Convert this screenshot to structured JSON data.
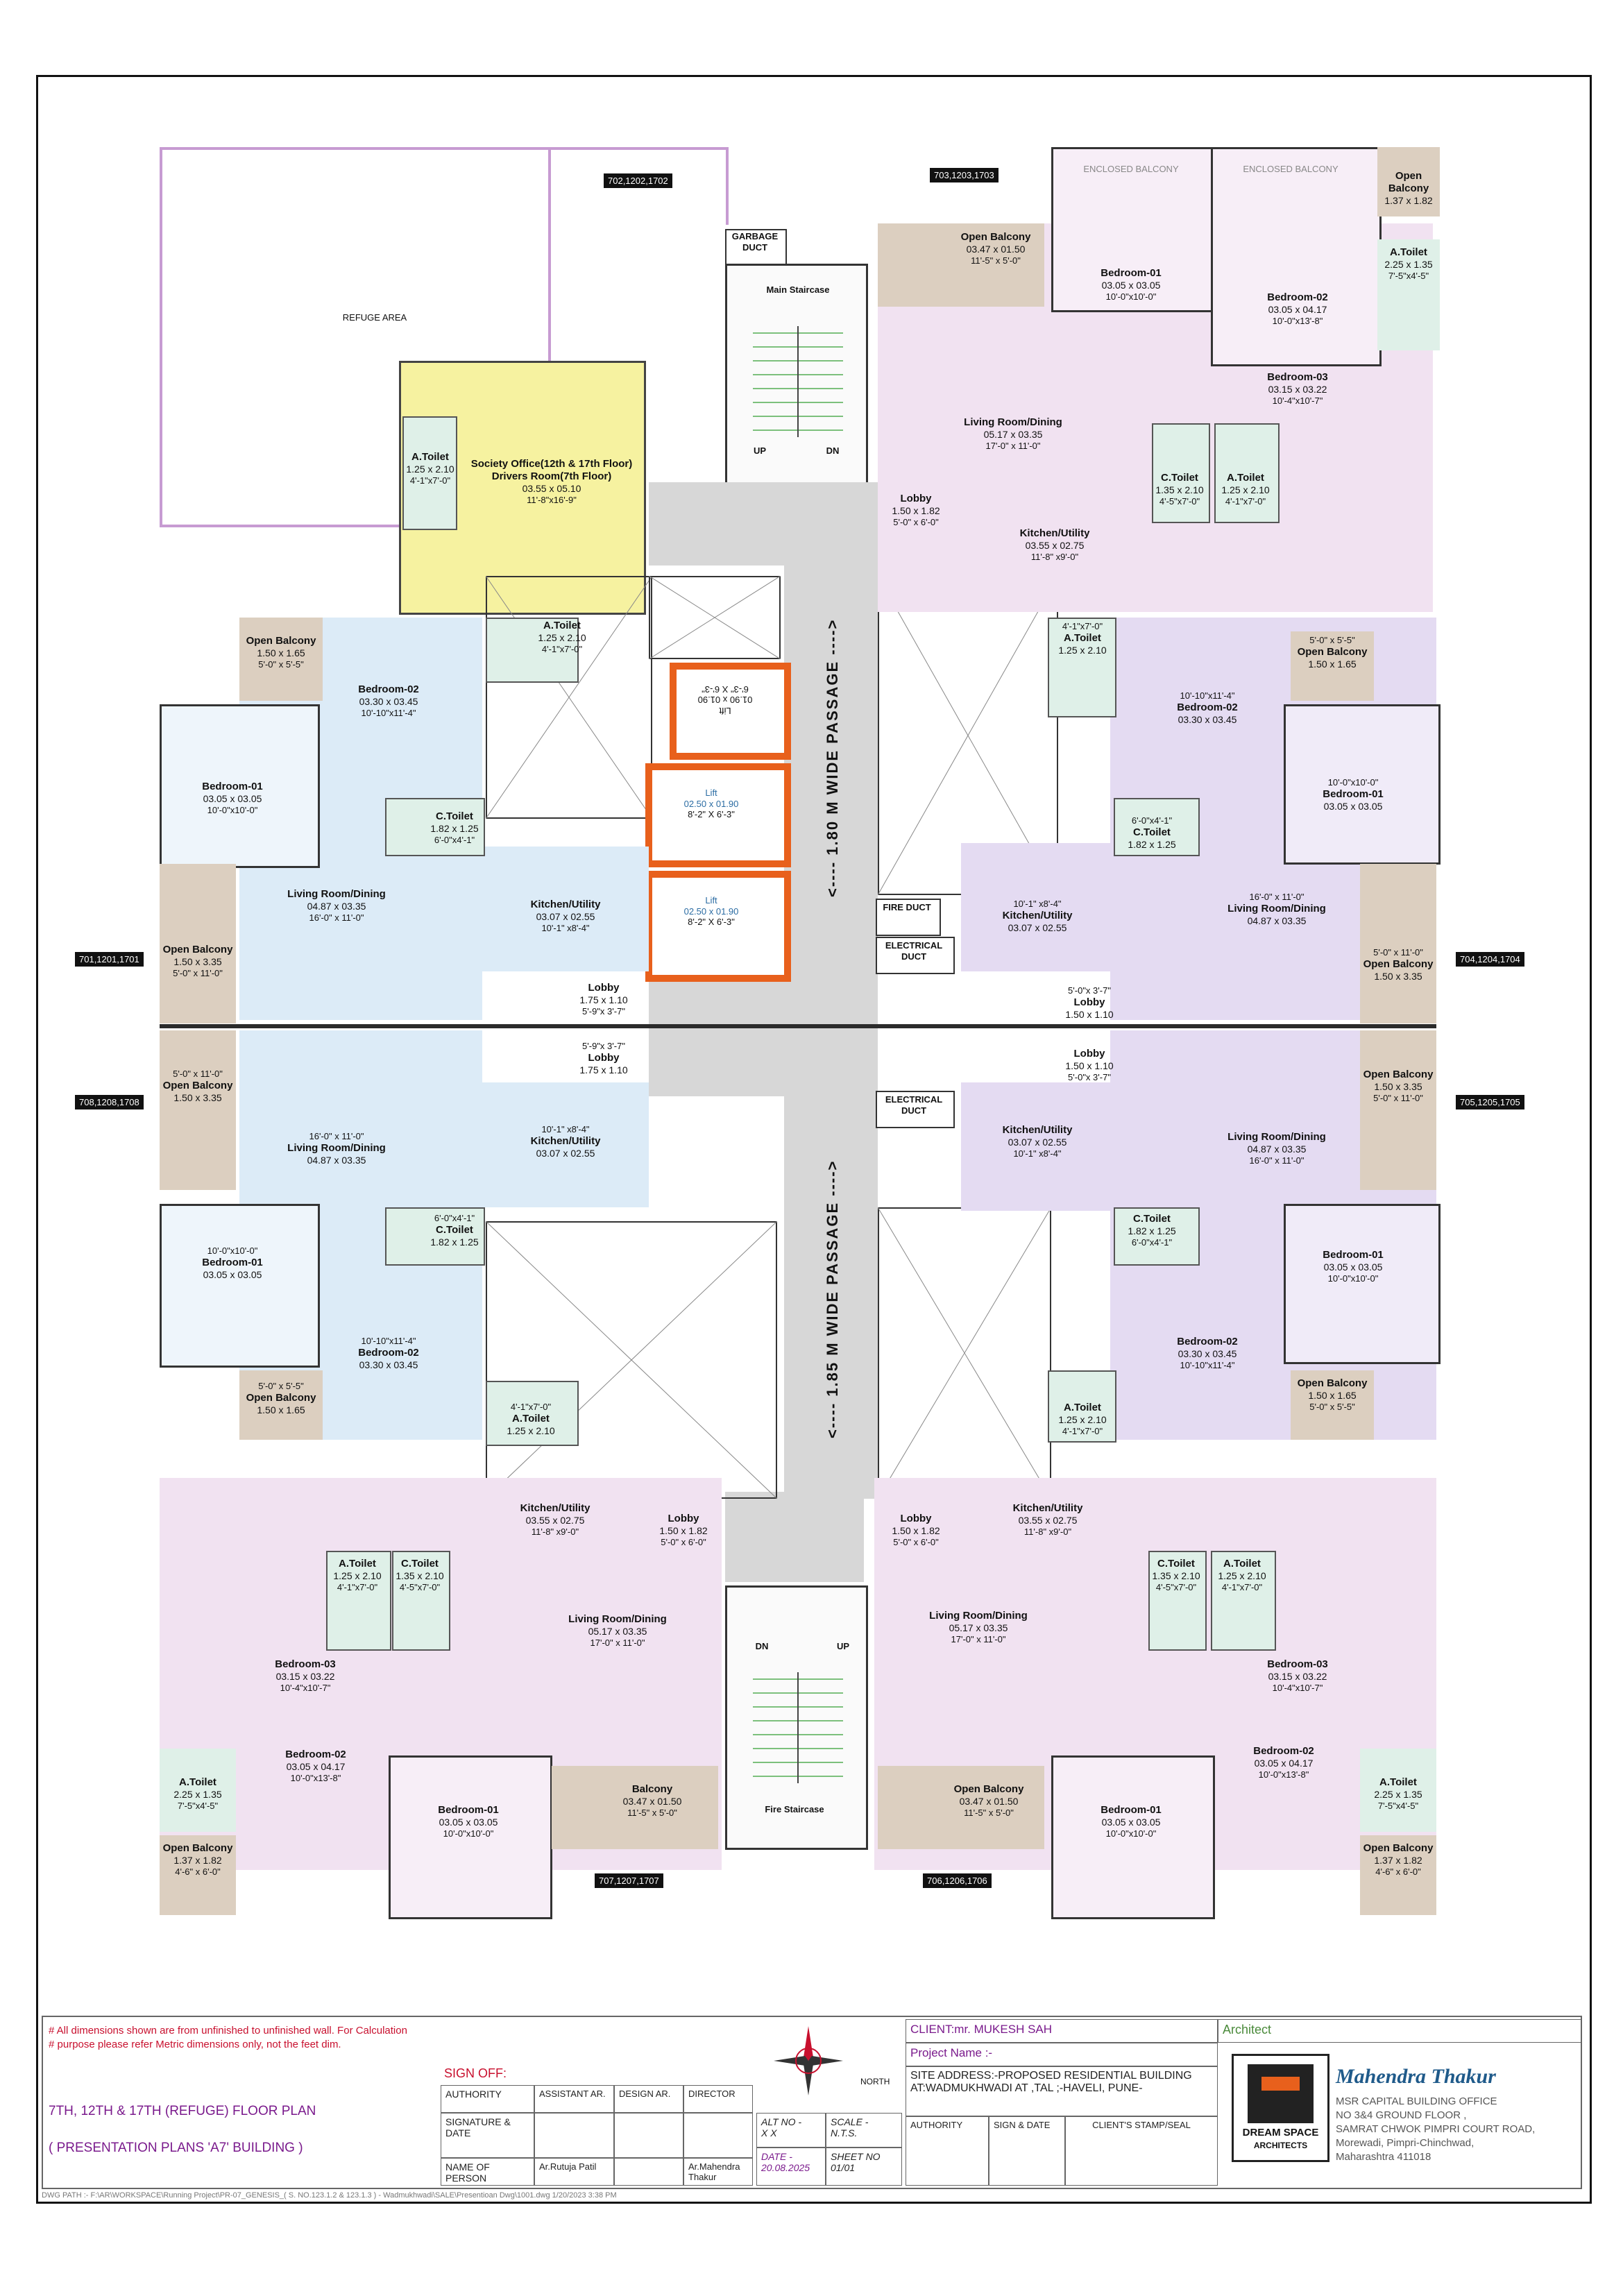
{
  "tags": {
    "t702": "702,1202,1702",
    "t703": "703,1203,1703",
    "t701": "701,1201,1701",
    "t704": "704,1204,1704",
    "t708": "708,1208,1708",
    "t705": "705,1205,1705",
    "t707": "707,1207,1707",
    "t706": "706,1206,1706"
  },
  "rooms": {
    "refuge": "REFUGE AREA",
    "garbage": "GARBAGE DUCT",
    "main_stair": "Main Staircase",
    "up": "UP",
    "dn": "DN",
    "society": {
      "t": "Society Office(12th & 17th Floor) Drivers Room(7th Floor)",
      "d": "03.55 x 05.10",
      "f": "11'-8\"x16'-9\""
    },
    "atoilet_refuge": {
      "t": "A.Toilet",
      "d": "1.25 x 2.10",
      "f": "4'-1\"x7'-0\""
    },
    "enc_balc1": "ENCLOSED BALCONY",
    "enc_balc2": "ENCLOSED BALCONY",
    "tr_open_balc": {
      "t": "Open Balcony",
      "d": "03.47 x 01.50",
      "f": "11'-5\" x 5'-0\""
    },
    "tr_bed1": {
      "t": "Bedroom-01",
      "d": "03.05 x 03.05",
      "f": "10'-0\"x10'-0\""
    },
    "tr_bed2": {
      "t": "Bedroom-02",
      "d": "03.05 x 04.17",
      "f": "10'-0\"x13'-8\""
    },
    "tr_open_b2": {
      "t": "Open Balcony",
      "d": "1.37 x 1.82",
      "f": ""
    },
    "tr_atoilet": {
      "t": "A.Toilet",
      "d": "2.25 x 1.35",
      "f": "7'-5\"x4'-5\""
    },
    "tr_bed3": {
      "t": "Bedroom-03",
      "d": "03.15 x 03.22",
      "f": "10'-4\"x10'-7\""
    },
    "tr_living": {
      "t": "Living Room/Dining",
      "d": "05.17 x 03.35",
      "f": "17'-0\" x 11'-0\""
    },
    "tr_ctoilet": {
      "t": "C.Toilet",
      "d": "1.35 x 2.10",
      "f": "4'-5\"x7'-0\""
    },
    "tr_atoilet2": {
      "t": "A.Toilet",
      "d": "1.25 x 2.10",
      "f": "4'-1\"x7'-0\""
    },
    "tr_kitchen": {
      "t": "Kitchen/Utility",
      "d": "03.55 x 02.75",
      "f": "11'-8\" x9'-0\""
    },
    "tr_lobby": {
      "t": "Lobby",
      "d": "1.50 x 1.82",
      "f": "5'-0\" x 6'-0\""
    },
    "l1_open_balc": {
      "t": "Open Balcony",
      "d": "1.50 x 1.65",
      "f": "5'-0\" x 5'-5\""
    },
    "l1_bed2": {
      "t": "Bedroom-02",
      "d": "03.30 x 03.45",
      "f": "10'-10\"x11'-4\""
    },
    "l1_atoilet": {
      "t": "A.Toilet",
      "d": "1.25 x 2.10",
      "f": "4'-1\"x7'-0\""
    },
    "l1_bed1": {
      "t": "Bedroom-01",
      "d": "03.05 x 03.05",
      "f": "10'-0\"x10'-0\""
    },
    "l1_ctoilet": {
      "t": "C.Toilet",
      "d": "1.82 x 1.25",
      "f": "6'-0\"x4'-1\""
    },
    "l1_living": {
      "t": "Living Room/Dining",
      "d": "04.87 x 03.35",
      "f": "16'-0\" x 11'-0\""
    },
    "l1_kitchen": {
      "t": "Kitchen/Utility",
      "d": "03.07 x 02.55",
      "f": "10'-1\" x8'-4\""
    },
    "l1_open_balc2": {
      "t": "Open Balcony",
      "d": "1.50 x 3.35",
      "f": "5'-0\" x 11'-0\""
    },
    "l1_lobby": {
      "t": "Lobby",
      "d": "1.75 x 1.10",
      "f": "5'-9\"x 3'-7\""
    },
    "lift1": {
      "t": "Lift",
      "d": "01.90 x 01.90",
      "f": "6'-3\" X 6'-3\""
    },
    "lift2": {
      "t": "Lift",
      "d": "02.50 x 01.90",
      "f": "8'-2\" X 6'-3\""
    },
    "lift3": {
      "t": "Lift",
      "d": "02.50 x 01.90",
      "f": "8'-2\" X 6'-3\""
    },
    "passage1": "<---- 1.80 M  WIDE PASSAGE ---->",
    "passage2": "<---- 1.85 M  WIDE PASSAGE ---->",
    "fire_duct": "FIRE DUCT",
    "elec_duct1": "ELECTRICAL DUCT",
    "elec_duct2": "ELECTRICAL DUCT",
    "r1_atoilet": {
      "t": "A.Toilet",
      "d": "1.25 x 2.10",
      "f": "4'-1\"x7'-0\""
    },
    "r1_open_balc": {
      "t": "Open Balcony",
      "d": "1.50 x 1.65",
      "f": "5'-0\" x 5'-5\""
    },
    "r1_bed2": {
      "t": "Bedroom-02",
      "d": "03.30 x 03.45",
      "f": "10'-10\"x11'-4\""
    },
    "r1_bed1": {
      "t": "Bedroom-01",
      "d": "03.05 x 03.05",
      "f": "10'-0\"x10'-0\""
    },
    "r1_ctoilet": {
      "t": "C.Toilet",
      "d": "1.82 x 1.25",
      "f": "6'-0\"x4'-1\""
    },
    "r1_kitchen": {
      "t": "Kitchen/Utility",
      "d": "03.07 x 02.55",
      "f": "10'-1\" x8'-4\""
    },
    "r1_living": {
      "t": "Living Room/Dining",
      "d": "04.87 x 03.35",
      "f": "16'-0\" x 11'-0\""
    },
    "r1_open_balc2": {
      "t": "Open Balcony",
      "d": "1.50 x 3.35",
      "f": "5'-0\" x 11'-0\""
    },
    "r1_lobby": {
      "t": "Lobby",
      "d": "1.50 x 1.10",
      "f": "5'-0\"x 3'-7\""
    },
    "l2_open_balc": {
      "t": "Open Balcony",
      "d": "1.50 x 3.35",
      "f": "5'-0\" x 11'-0\""
    },
    "l2_lobby": {
      "t": "Lobby",
      "d": "1.75 x 1.10",
      "f": "5'-9\"x 3'-7\""
    },
    "l2_living": {
      "t": "Living Room/Dining",
      "d": "04.87 x 03.35",
      "f": "16'-0\" x 11'-0\""
    },
    "l2_kitchen": {
      "t": "Kitchen/Utility",
      "d": "03.07 x 02.55",
      "f": "10'-1\" x8'-4\""
    },
    "l2_ctoilet": {
      "t": "C.Toilet",
      "d": "1.82 x 1.25",
      "f": "6'-0\"x4'-1\""
    },
    "l2_bed1": {
      "t": "Bedroom-01",
      "d": "03.05 x 03.05",
      "f": "10'-0\"x10'-0\""
    },
    "l2_bed2": {
      "t": "Bedroom-02",
      "d": "03.30 x 03.45",
      "f": "10'-10\"x11'-4\""
    },
    "l2_open_balc2": {
      "t": "Open Balcony",
      "d": "1.50 x 1.65",
      "f": "5'-0\" x 5'-5\""
    },
    "l2_atoilet": {
      "t": "A.Toilet",
      "d": "1.25 x 2.10",
      "f": "4'-1\"x7'-0\""
    },
    "r2_lobby": {
      "t": "Lobby",
      "d": "1.50 x 1.10",
      "f": "5'-0\"x 3'-7\""
    },
    "r2_open_balc": {
      "t": "Open Balcony",
      "d": "1.50 x 3.35",
      "f": "5'-0\" x 11'-0\""
    },
    "r2_kitchen": {
      "t": "Kitchen/Utility",
      "d": "03.07 x 02.55",
      "f": "10'-1\" x8'-4\""
    },
    "r2_living": {
      "t": "Living Room/Dining",
      "d": "04.87 x 03.35",
      "f": "16'-0\" x 11'-0\""
    },
    "r2_ctoilet": {
      "t": "C.Toilet",
      "d": "1.82 x 1.25",
      "f": "6'-0\"x4'-1\""
    },
    "r2_bed1": {
      "t": "Bedroom-01",
      "d": "03.05 x 03.05",
      "f": "10'-0\"x10'-0\""
    },
    "r2_bed2": {
      "t": "Bedroom-02",
      "d": "03.30 x 03.45",
      "f": "10'-10\"x11'-4\""
    },
    "r2_open_balc2": {
      "t": "Open Balcony",
      "d": "1.50 x 1.65",
      "f": "5'-0\" x 5'-5\""
    },
    "r2_atoilet": {
      "t": "A.Toilet",
      "d": "1.25 x 2.10",
      "f": "4'-1\"x7'-0\""
    },
    "bl_kitchen": {
      "t": "Kitchen/Utility",
      "d": "03.55 x 02.75",
      "f": "11'-8\" x9'-0\""
    },
    "bl_lobby": {
      "t": "Lobby",
      "d": "1.50 x 1.82",
      "f": "5'-0\" x 6'-0\""
    },
    "bl_atoilet": {
      "t": "A.Toilet",
      "d": "1.25 x 2.10",
      "f": "4'-1\"x7'-0\""
    },
    "bl_ctoilet": {
      "t": "C.Toilet",
      "d": "1.35 x 2.10",
      "f": "4'-5\"x7'-0\""
    },
    "bl_living": {
      "t": "Living Room/Dining",
      "d": "05.17 x 03.35",
      "f": "17'-0\" x 11'-0\""
    },
    "bl_bed3": {
      "t": "Bedroom-03",
      "d": "03.15 x 03.22",
      "f": "10'-4\"x10'-7\""
    },
    "bl_bed2": {
      "t": "Bedroom-02",
      "d": "03.05 x 04.17",
      "f": "10'-0\"x13'-8\""
    },
    "bl_atoilet2": {
      "t": "A.Toilet",
      "d": "2.25 x 1.35",
      "f": "7'-5\"x4'-5\""
    },
    "bl_bed1": {
      "t": "Bedroom-01",
      "d": "03.05 x 03.05",
      "f": "10'-0\"x10'-0\""
    },
    "bl_balc": {
      "t": "Balcony",
      "d": "03.47 x 01.50",
      "f": "11'-5\" x 5'-0\""
    },
    "bl_open_balc": {
      "t": "Open Balcony",
      "d": "1.37 x 1.82",
      "f": "4'-6\" x 6'-0\""
    },
    "fire_stair": "Fire Staircase",
    "br_lobby": {
      "t": "Lobby",
      "d": "1.50 x 1.82",
      "f": "5'-0\" x 6'-0\""
    },
    "br_kitchen": {
      "t": "Kitchen/Utility",
      "d": "03.55 x 02.75",
      "f": "11'-8\" x9'-0\""
    },
    "br_ctoilet": {
      "t": "C.Toilet",
      "d": "1.35 x 2.10",
      "f": "4'-5\"x7'-0\""
    },
    "br_atoilet": {
      "t": "A.Toilet",
      "d": "1.25 x 2.10",
      "f": "4'-1\"x7'-0\""
    },
    "br_living": {
      "t": "Living Room/Dining",
      "d": "05.17 x 03.35",
      "f": "17'-0\" x 11'-0\""
    },
    "br_bed3": {
      "t": "Bedroom-03",
      "d": "03.15 x 03.22",
      "f": "10'-4\"x10'-7\""
    },
    "br_bed2": {
      "t": "Bedroom-02",
      "d": "03.05 x 04.17",
      "f": "10'-0\"x13'-8\""
    },
    "br_atoilet2": {
      "t": "A.Toilet",
      "d": "2.25 x 1.35",
      "f": "7'-5\"x4'-5\""
    },
    "br_open_balc": {
      "t": "Open Balcony",
      "d": "03.47 x 01.50",
      "f": "11'-5\" x 5'-0\""
    },
    "br_bed1": {
      "t": "Bedroom-01",
      "d": "03.05 x 03.05",
      "f": "10'-0\"x10'-0\""
    },
    "br_open_balc2": {
      "t": "Open Balcony",
      "d": "1.37 x 1.82",
      "f": "4'-6\" x 6'-0\""
    }
  },
  "title_block": {
    "note1": "# All dimensions shown are from unfinished to unfinished wall. For Calculation",
    "note2": "# purpose please refer Metric dimensions only, not the feet dim.",
    "sign_off": "SIGN OFF:",
    "plan_title": "7TH, 12TH & 17TH (REFUGE) FLOOR PLAN",
    "plan_sub": "( PRESENTATION PLANS 'A7' BUILDING )",
    "authority": "AUTHORITY",
    "assistant": "ASSISTANT AR.",
    "design": "DESIGN AR.",
    "director": "DIRECTOR",
    "signature": "SIGNATURE & DATE",
    "name_person": "NAME OF PERSON",
    "person1": "Ar.Rutuja Patil",
    "person2": "Ar.Mahendra Thakur",
    "north": "NORTH",
    "alt_no": "ALT NO -",
    "alt_val": "X X",
    "scale": "SCALE -",
    "scale_val": "N.T.S.",
    "date": "DATE -",
    "date_val": "20.08.2025",
    "sheet": "SHEET NO",
    "sheet_val": "01/01",
    "client": "CLIENT:mr.  MUKESH SAH",
    "project": "Project Name :-",
    "site1": "SITE ADDRESS:-PROPOSED RESIDENTIAL BUILDING",
    "site2": "AT:WADMUKHWADI  AT ,TAL ;-HAVELI, PUNE-",
    "auth2": "AUTHORITY",
    "sign_date": "SIGN & DATE",
    "stamp": "CLIENT'S STAMP/SEAL",
    "architect": "Architect",
    "arch_name": "Mahendra Thakur",
    "addr1": "MSR CAPITAL BUILDING OFFICE",
    "addr2": "NO 3&4 GROUND FLOOR ,",
    "addr3": "SAMRAT CHWOK PIMPRI COURT ROAD,",
    "addr4": "Morewadi, Pimpri-Chinchwad,",
    "addr5": "Maharashtra 411018",
    "logo_text1": "DREAM SPACE",
    "logo_text2": "ARCHITECTS",
    "dwg_path": "DWG PATH :-  F:\\AR\\WORKSPACE\\Running Project\\PR-07_GENESIS_( S. NO.123.1.2 & 123.1.3 ) - Wadmukhwadi\\SALE\\Presentioan Dwg\\1001.dwg  1/20/2023 3:38 PM"
  },
  "colors": {
    "lift": "#e8601c",
    "purple_border": "#c79bd2",
    "title_purple": "#7a1a8c",
    "note_red": "#c8102e"
  }
}
